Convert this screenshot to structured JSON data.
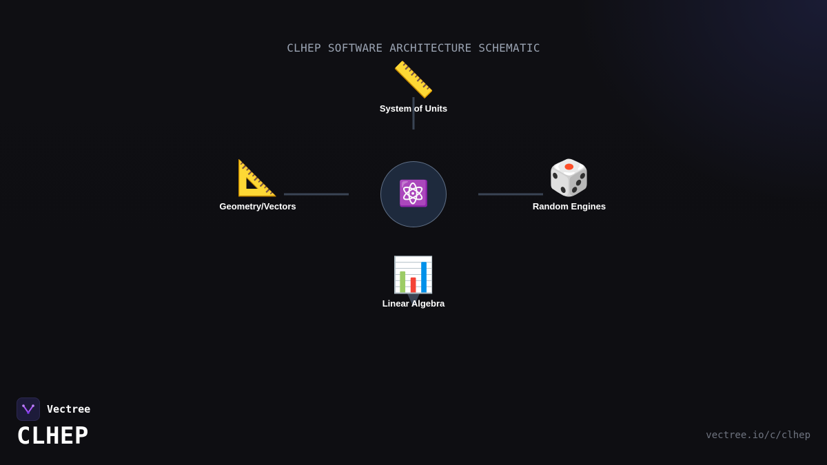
{
  "title": "CLHEP SOFTWARE ARCHITECTURE SCHEMATIC",
  "hub": {
    "icon": "atom-icon",
    "glyph": "⚛️"
  },
  "nodes": {
    "units": {
      "label": "System of Units",
      "icon": "ruler-icon",
      "glyph": "📏"
    },
    "geometry": {
      "label": "Geometry/Vectors",
      "icon": "triangular-ruler-icon",
      "glyph": "📐"
    },
    "random": {
      "label": "Random Engines",
      "icon": "dice-icon",
      "glyph": "🎲"
    },
    "linear": {
      "label": "Linear Algebra",
      "icon": "bar-chart-icon",
      "glyph": "📊"
    }
  },
  "brand": {
    "name": "Vectree",
    "product": "CLHEP",
    "logo_icon": "vectree-logo-icon"
  },
  "footer": {
    "url": "vectree.io/c/clhep"
  },
  "colors": {
    "background": "#0f0f13",
    "connector": "#3a4454",
    "hub_fill": "#1e2a3d",
    "title": "#9aa3b2",
    "brand_accent": "#a855f7"
  }
}
